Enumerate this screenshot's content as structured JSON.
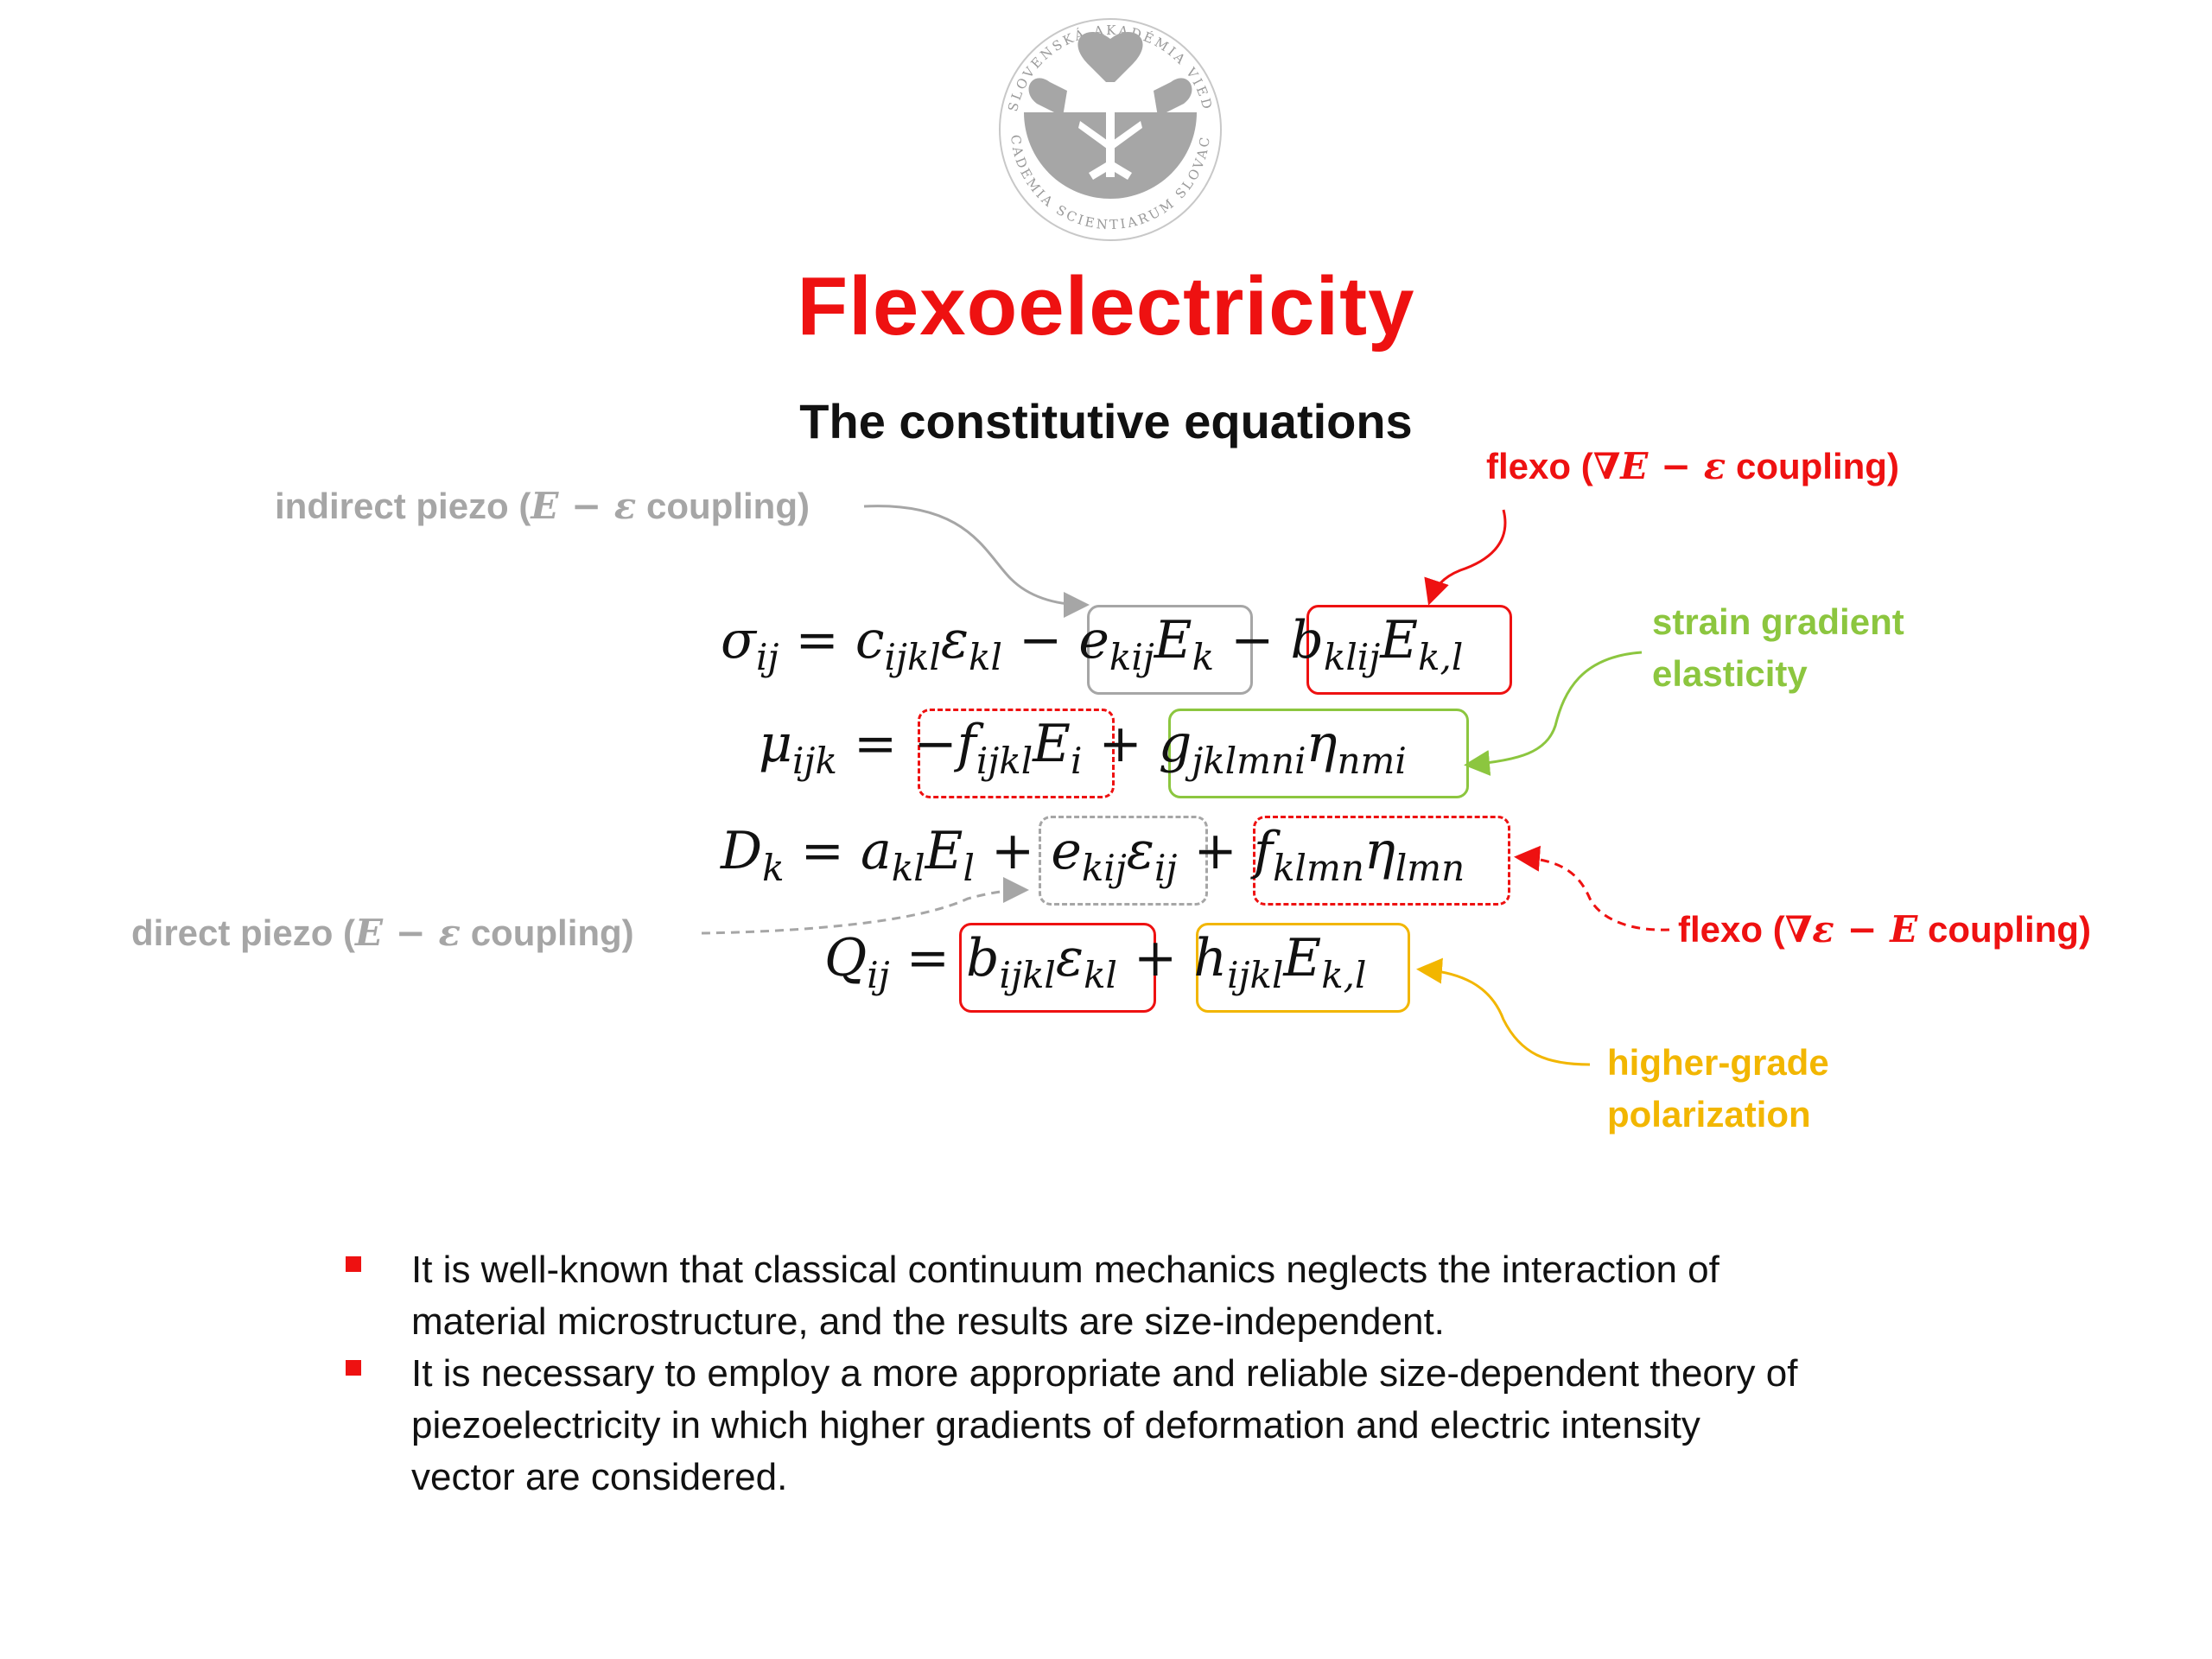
{
  "logo": {
    "ring_text_top": "SLOVENSKÁ AKADÉMIA VIED",
    "ring_text_bottom": "ACADEMIA SCIENTIARUM SLOVACA",
    "color": "#a6a6a6"
  },
  "title": "Flexoelectricity",
  "subtitle": "The constitutive equations",
  "annotations": {
    "indirect_piezo": {
      "prefix": "indirect piezo (",
      "math": "E − ε",
      "suffix": "  coupling)"
    },
    "flexo_top": {
      "prefix": "flexo (",
      "math": "∇E − ε",
      "suffix": " coupling)"
    },
    "strain_gradient": {
      "line1": "strain gradient",
      "line2": "elasticity"
    },
    "flexo_bottom": {
      "prefix": "flexo (",
      "math": "∇ε − E",
      "suffix": " coupling)"
    },
    "direct_piezo": {
      "prefix": "direct piezo (",
      "math": "E − ε",
      "suffix": "  coupling)"
    },
    "higher_grade": {
      "line1": "higher-grade",
      "line2": "polarization"
    }
  },
  "equations": {
    "eq1": {
      "lhs": "σ",
      "lhs_sub": "ij",
      "t1": "c",
      "t1_sub": "ijkl",
      "t1b": "ε",
      "t1b_sub": "kl",
      "t2": "e",
      "t2_sub": "kij",
      "t2b": "E",
      "t2b_sub": "k",
      "t3": "b",
      "t3_sub": "klij",
      "t3b": "E",
      "t3b_sub": "k,l"
    },
    "eq2": {
      "lhs": "μ",
      "lhs_sub": "ijk",
      "t1": "−f",
      "t1_sub": "ijkl",
      "t1b": "E",
      "t1b_sub": "i",
      "t2": "g",
      "t2_sub": "jklmni",
      "t2b": "η",
      "t2b_sub": "nmi"
    },
    "eq3": {
      "lhs": "D",
      "lhs_sub": "k",
      "t1": "a",
      "t1_sub": "kl",
      "t1b": "E",
      "t1b_sub": "l",
      "t2": "e",
      "t2_sub": "kij",
      "t2b": "ε",
      "t2b_sub": "ij",
      "t3": "f",
      "t3_sub": "klmn",
      "t3b": "η",
      "t3b_sub": "lmn"
    },
    "eq4": {
      "lhs": "Q",
      "lhs_sub": "ij",
      "t1": "b",
      "t1_sub": "ijkl",
      "t1b": "ε",
      "t1b_sub": "kl",
      "t2": "h",
      "t2_sub": "ijkl",
      "t2b": "E",
      "t2b_sub": "k,l"
    }
  },
  "bullets": [
    {
      "line1": "It is well-known that classical continuum mechanics neglects the interaction of",
      "line2": "material microstructure, and the results are size-independent."
    },
    {
      "line1": "It is necessary to employ a more appropriate and reliable size-dependent theory of",
      "line2": "piezoelectricity in which higher gradients of deformation and electric intensity",
      "line3": "vector are considered."
    }
  ],
  "colors": {
    "red": "#ee1111",
    "gray": "#a6a6a6",
    "green": "#8cc63f",
    "gold": "#f2b600"
  }
}
